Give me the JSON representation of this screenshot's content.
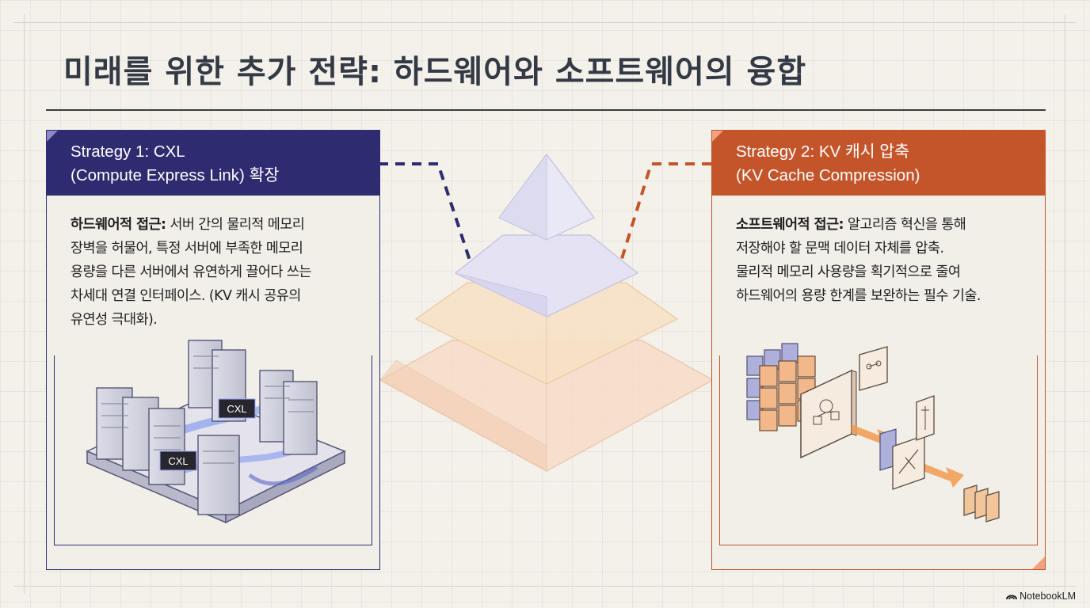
{
  "title": "미래를 위한 추가 전략: 하드웨어와 소프트웨어의 융합",
  "strategy1": {
    "heading_line1": "Strategy 1: CXL",
    "heading_line2": "(Compute Express Link) 확장",
    "body_label": "하드웨어적 접근:",
    "body_text": " 서버 간의 물리적 메모리\n장벽을 허물어, 특정 서버에 부족한 메모리\n용량을 다른 서버에서 유연하게 끌어다 쓰는\n차세대 연결 인터페이스. (KV 캐시 공유의\n유연성 극대화).",
    "illus_label_a": "CXL",
    "illus_label_b": "CXL",
    "accent": "#2e2b70"
  },
  "strategy2": {
    "heading_line1": "Strategy 2: KV 캐시 압축",
    "heading_line2": "(KV Cache Compression)",
    "body_label": "소프트웨어적 접근:",
    "body_text": " 알고리즘 혁신을 통해\n저장해야 할 문맥 데이터 자체를 압축.\n물리적 메모리 사용량을 획기적으로 줄여\n하드웨어의 용량 한계를 보완하는 필수 기술.",
    "accent": "#c4552b"
  },
  "brand": "NotebookLM",
  "icons": [
    "server-rack-icon",
    "pyramid-icon",
    "cache-grid-icon",
    "compression-arrow-icon",
    "notebooklm-logo-icon"
  ]
}
